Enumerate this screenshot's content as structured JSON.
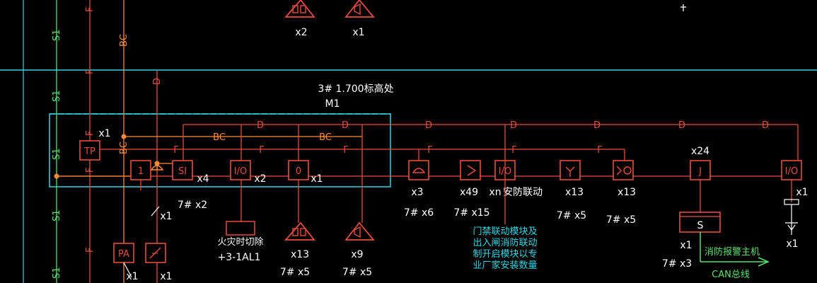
{
  "diagram": {
    "colors": {
      "background": "#000000",
      "red": "#e84b3c",
      "orange": "#ff8a33",
      "cyan": "#2fd6e6",
      "green": "#57e36b",
      "white": "#ffffff"
    },
    "top_counts": {
      "left": "x2",
      "right": "x1"
    },
    "vertical_labels": {
      "s1": "S1",
      "f": "F",
      "bc": "BC",
      "d": "D"
    },
    "area_title": "3# 1.700标高处",
    "module_code": "M1",
    "line_labels": {
      "d": "D",
      "f": "F",
      "bc": "BC"
    },
    "devices": {
      "tp": "TP",
      "one": "1",
      "si": "SI",
      "io": "I/O",
      "zero": "0",
      "pa": "PA",
      "s": "S"
    },
    "counts": {
      "tp": "x1",
      "si": "x4",
      "io_left": "x2",
      "zero": "x1",
      "wire": "x1",
      "pa": "x1",
      "power": "x1",
      "smoke": "x3",
      "heat": "x49",
      "io_main": "xn",
      "manual": "x13",
      "sound": "x13",
      "j": "x24",
      "io_right": "x1",
      "s_box": "x1",
      "alarm_below": "x13",
      "speaker_below": "x9",
      "small_right": "x1"
    },
    "cable_specs": {
      "left": "7#  x2",
      "bottom_left": "7#  x5",
      "bottom_mid": "7#  x5",
      "smoke": "7#  x6",
      "heat": "7#  x15",
      "manual": "7#  x5",
      "sound": "7#  x5",
      "s_box": "7#  x3"
    },
    "annotations": {
      "fire_cutoff": "火灾时切除",
      "panel": "+3-1AL1",
      "install_link": "安防联动",
      "door_note_1": "门禁联动模块及",
      "door_note_2": "出入闸消防联动",
      "door_note_3": "制开启模块以专",
      "door_note_4": "业厂家安装数量",
      "host": "消防报警主机",
      "can": "CAN总线"
    }
  }
}
